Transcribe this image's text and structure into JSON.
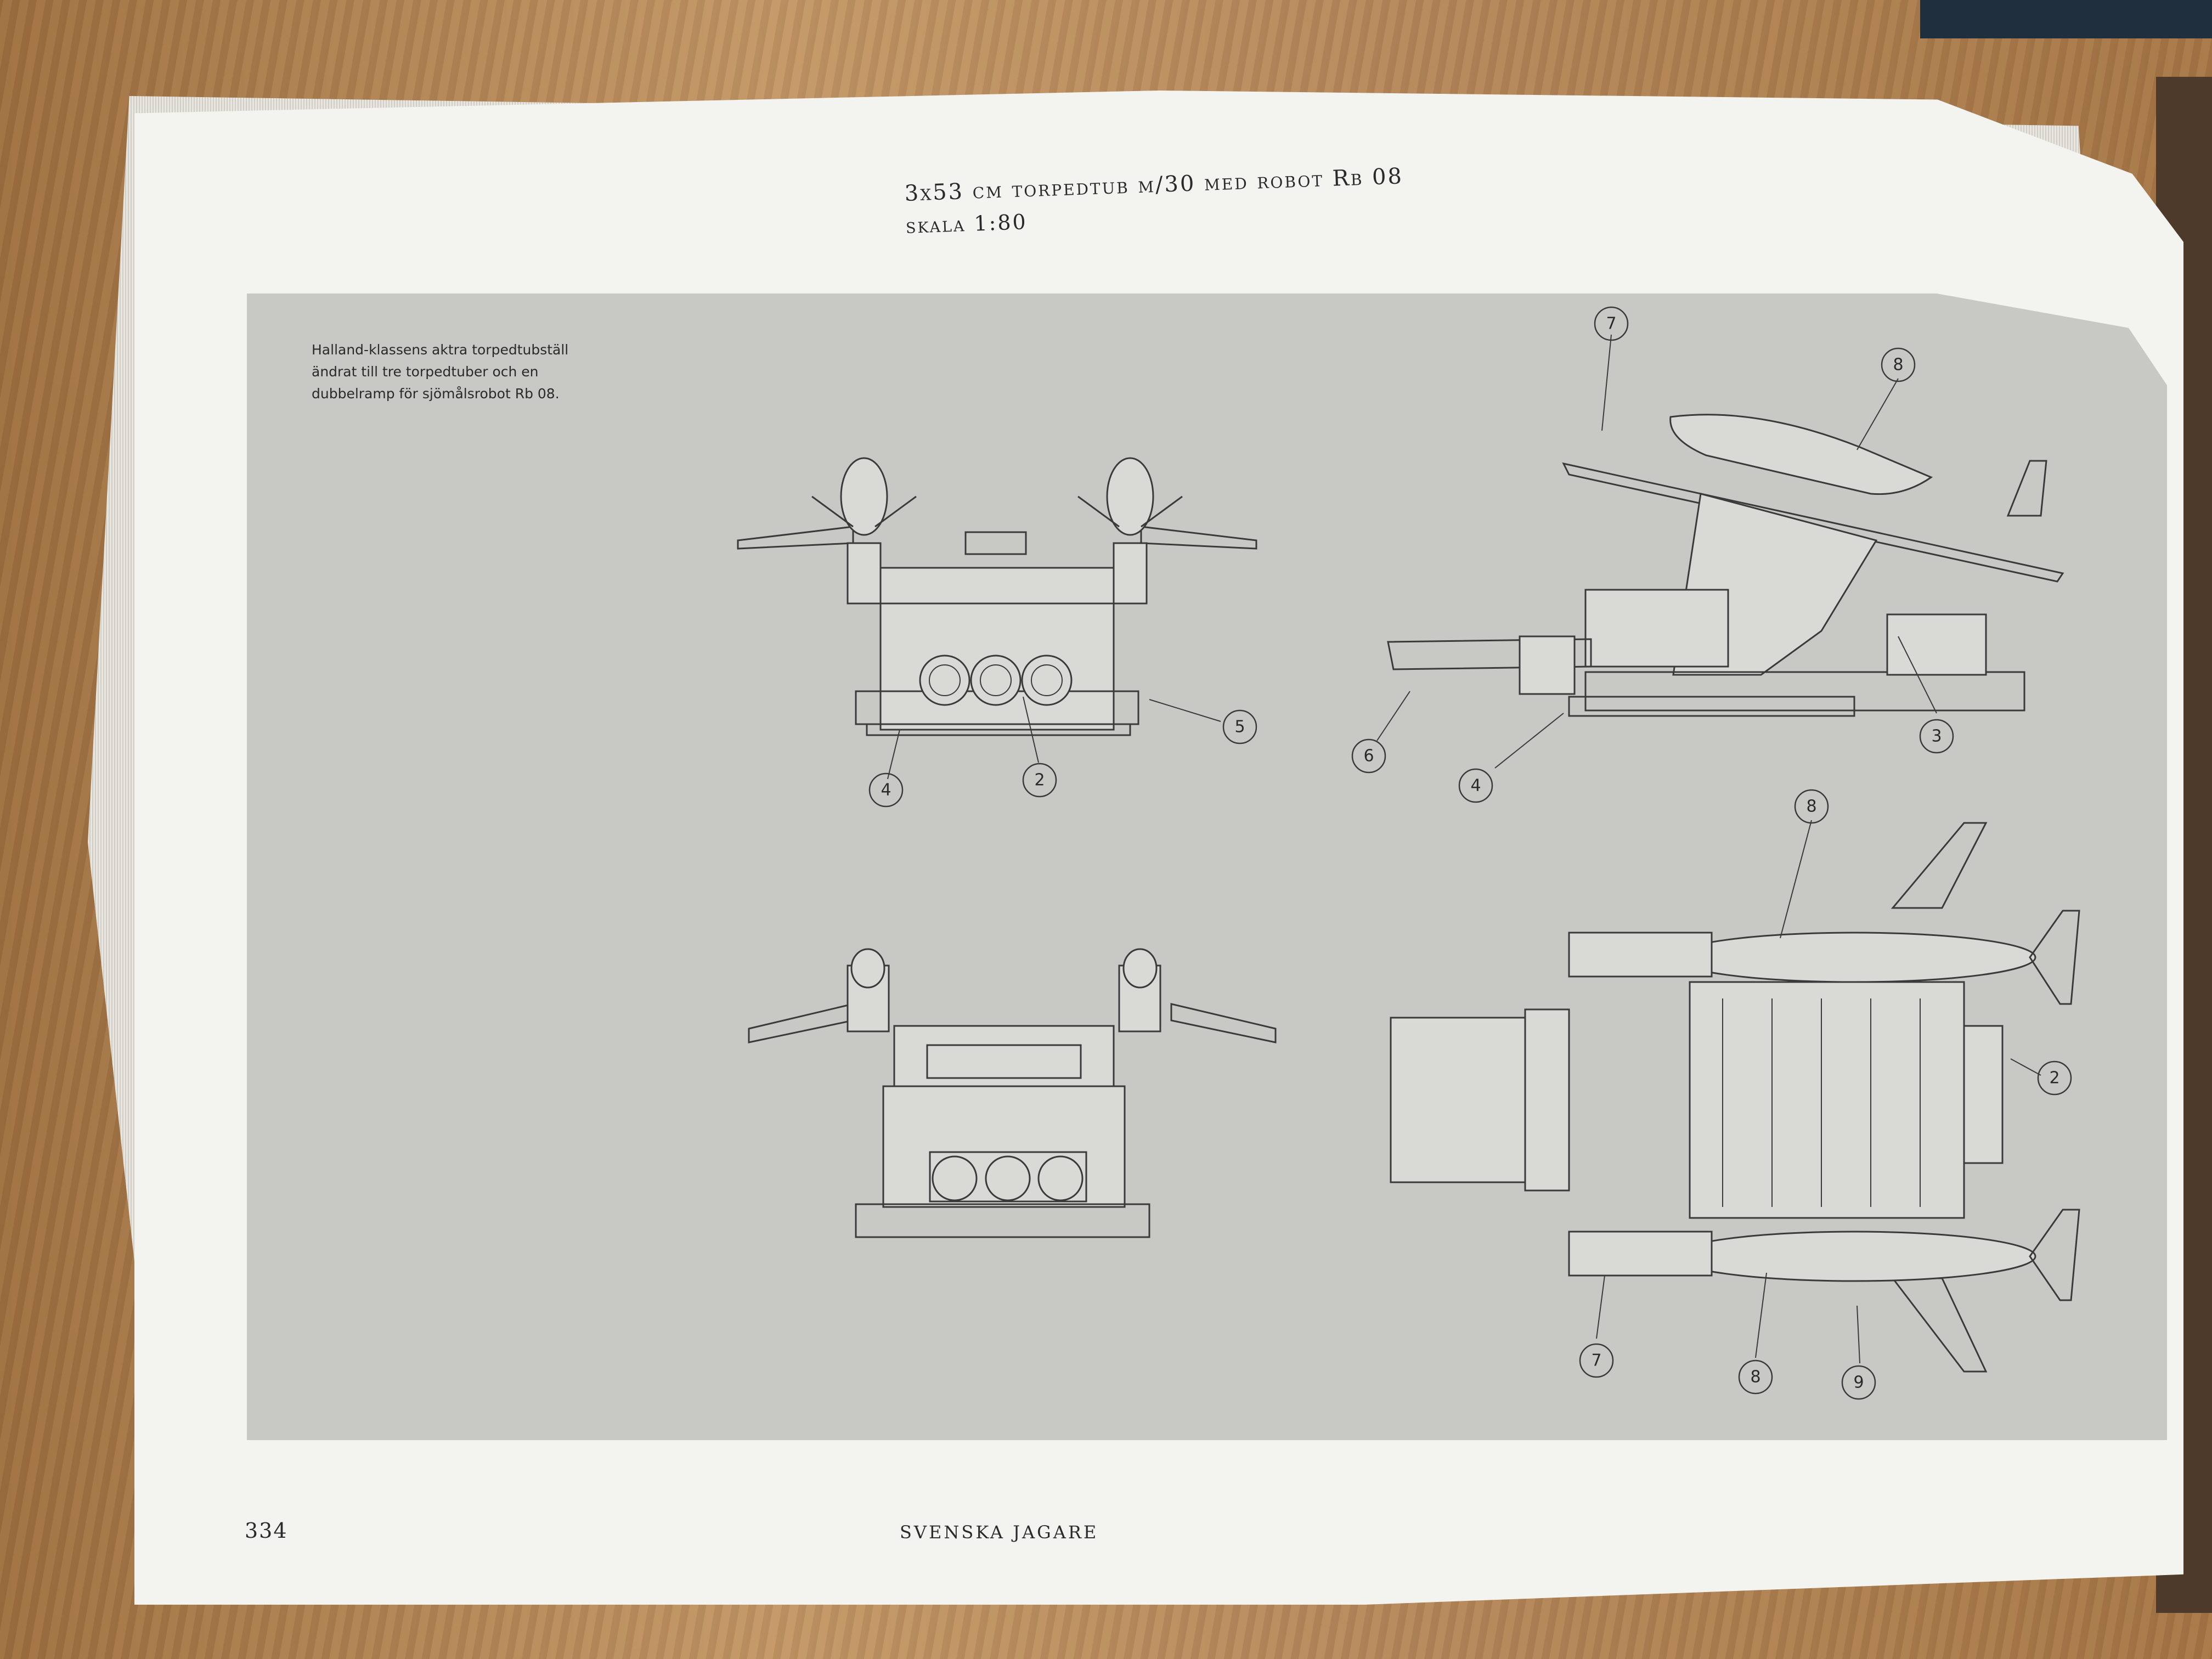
{
  "book": {
    "page_number": "334",
    "running_title": "SVENSKA JAGARE"
  },
  "figure": {
    "title": "3x53 cm torpedtub m/30 med robot Rb 08",
    "scale": "skala 1:80",
    "caption_lines": [
      "Halland-klassens aktra torpedtubställ",
      "ändrat till tre torpedtuber och en",
      "dubbelramp för sjömålsrobot Rb 08."
    ]
  },
  "callouts": {
    "front_top": [
      "4",
      "2",
      "5"
    ],
    "side_view": [
      "7",
      "8",
      "6",
      "4",
      "3"
    ],
    "plan_view": [
      "8",
      "2",
      "7",
      "8",
      "9"
    ]
  },
  "colors": {
    "page": "#f3f3ef",
    "panel": "#c8c8c4",
    "ink": "#3a3a3a"
  }
}
